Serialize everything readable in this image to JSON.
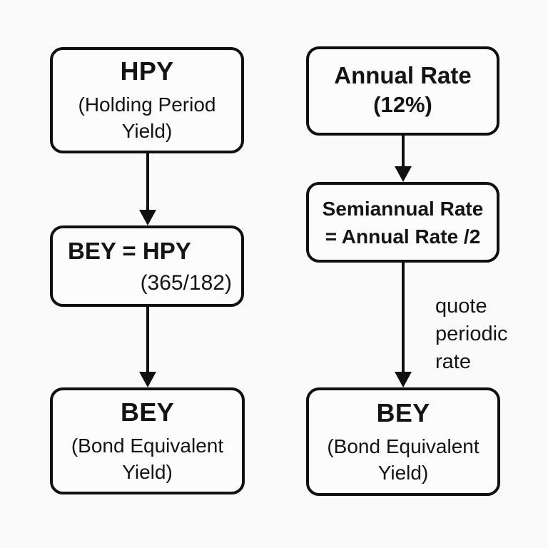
{
  "theme": {
    "background": "#fafafa",
    "box_fill": "#fcfcfc",
    "line_color": "#101010",
    "text_color": "#141414"
  },
  "left_flow": {
    "hpy_box": {
      "title": "HPY",
      "sub_line1": "(Holding Period",
      "sub_line2": "Yield)"
    },
    "formula_box": {
      "formula": "BEY = HPY",
      "factor": "(365/182)"
    },
    "bey_box": {
      "title": "BEY",
      "sub_line1": "(Bond Equivalent",
      "sub_line2": "Yield)"
    }
  },
  "right_flow": {
    "annual_box": {
      "title": "Annual Rate",
      "sub": "(12%)"
    },
    "semiannual_box": {
      "line1": "Semiannual Rate",
      "line2": "= Annual Rate /2"
    },
    "arrow_label": {
      "line1": "quote",
      "line2": "periodic",
      "line3": "rate"
    },
    "bey_box": {
      "title": "BEY",
      "sub_line1": "(Bond Equivalent",
      "sub_line2": "Yield)"
    }
  }
}
